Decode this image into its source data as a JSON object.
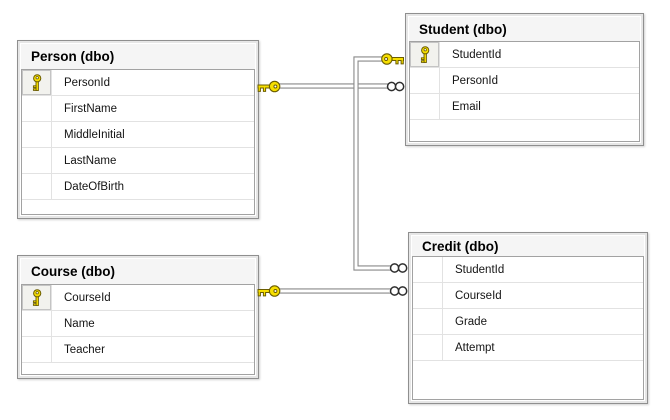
{
  "tables": {
    "person": {
      "title": "Person (dbo)",
      "columns": [
        {
          "name": "PersonId",
          "key": true
        },
        {
          "name": "FirstName",
          "key": false
        },
        {
          "name": "MiddleInitial",
          "key": false
        },
        {
          "name": "LastName",
          "key": false
        },
        {
          "name": "DateOfBirth",
          "key": false
        }
      ]
    },
    "student": {
      "title": "Student (dbo)",
      "columns": [
        {
          "name": "StudentId",
          "key": true
        },
        {
          "name": "PersonId",
          "key": false
        },
        {
          "name": "Email",
          "key": false
        }
      ]
    },
    "course": {
      "title": "Course (dbo)",
      "columns": [
        {
          "name": "CourseId",
          "key": true
        },
        {
          "name": "Name",
          "key": false
        },
        {
          "name": "Teacher",
          "key": false
        }
      ]
    },
    "credit": {
      "title": "Credit (dbo)",
      "columns": [
        {
          "name": "StudentId",
          "key": false
        },
        {
          "name": "CourseId",
          "key": false
        },
        {
          "name": "Grade",
          "key": false
        },
        {
          "name": "Attempt",
          "key": false
        }
      ]
    }
  },
  "relationships": [
    {
      "one_table": "Person",
      "many_table": "Student",
      "one_symbol": "key",
      "many_symbol": "infinity"
    },
    {
      "one_table": "Student",
      "many_table": "Credit",
      "one_symbol": "key",
      "many_symbol": "infinity"
    },
    {
      "one_table": "Course",
      "many_table": "Credit",
      "one_symbol": "key",
      "many_symbol": "infinity"
    }
  ],
  "colors": {
    "key_fill": "#f7df00",
    "key_outline": "#6b5d00",
    "wire_gray": "#8a8a8a",
    "wire_core": "#ffffff",
    "infinity_outline": "#2e2e2e",
    "header_bg": "#f5f5f5",
    "table_border": "#8f8f8f",
    "row_separator": "#e2e2e2"
  }
}
